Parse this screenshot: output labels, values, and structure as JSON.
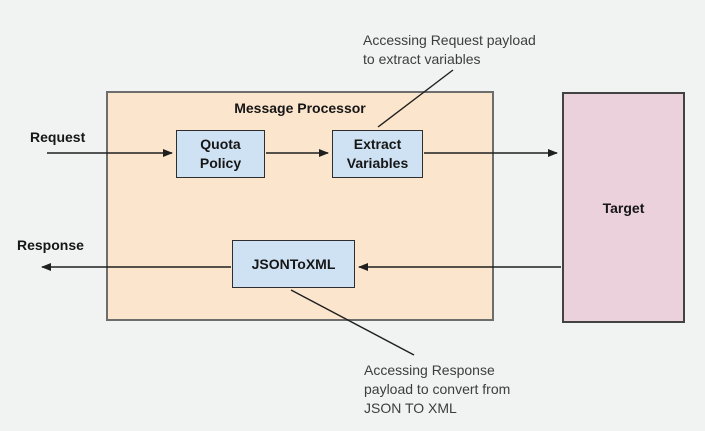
{
  "colors": {
    "background": "#f1f2f2",
    "message_processor_fill": "#fce5cd",
    "message_processor_border": "#6d6d6d",
    "policy_fill": "#cfe2f3",
    "policy_border": "#2e2e2e",
    "target_fill": "#ead1dc",
    "target_border": "#424242",
    "arrow": "#1f1f1f",
    "text": "#161616"
  },
  "flow_labels": {
    "request": "Request",
    "response": "Response"
  },
  "message_processor": {
    "title": "Message Processor",
    "nodes": {
      "quota_policy": "Quota\nPolicy",
      "extract_variables": "Extract\nVariables",
      "json_to_xml": "JSONToXML"
    }
  },
  "target": {
    "label": "Target"
  },
  "annotations": {
    "request": "Accessing Request payload\nto extract variables",
    "response": "Accessing Response\npayload to convert from\nJSON TO XML"
  }
}
